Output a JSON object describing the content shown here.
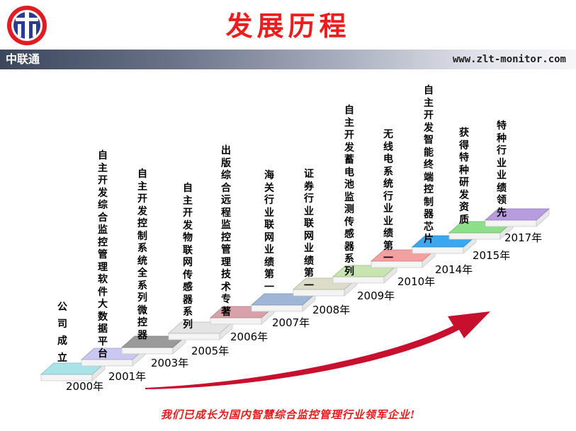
{
  "title": "发展历程",
  "header": {
    "company": "中联通",
    "url": "www.zlt-monitor.com",
    "logo_icon": "ZLT-logo-icon"
  },
  "colors": {
    "title": "#ee1c1c",
    "arrow": "#c8102e",
    "slogan": "#e81b1b"
  },
  "timeline": [
    {
      "year": "2000年",
      "text": "公司成立",
      "color": "#a8e3e8"
    },
    {
      "year": "2001年",
      "text": "自主开发综合监控管理软件大数据平台",
      "color": "#c8c8f0"
    },
    {
      "year": "2003年",
      "text": "自主开发控制系统全系列微控器",
      "color": "#9a9a9a"
    },
    {
      "year": "2005年",
      "text": "自主开发物联网传感器系列",
      "color": "#e4e4e4"
    },
    {
      "year": "2006年",
      "text": "出版综合远程监控管理技术专著",
      "color": "#d8a0a8"
    },
    {
      "year": "2007年",
      "text": "海关行业联网业绩第一",
      "color": "#9fb6d6"
    },
    {
      "year": "2008年",
      "text": "证券行业联网业绩第一",
      "color": "#dcdcc8"
    },
    {
      "year": "2009年",
      "text": "自主开发蓄电池监测传感器系列",
      "color": "#c8e4b0"
    },
    {
      "year": "2010年",
      "text": "无线电系统行业业绩第一",
      "color": "#f4a0a0"
    },
    {
      "year": "2014年",
      "text": "自主开发智能终端控制器芯片",
      "color": "#3aa8f0"
    },
    {
      "year": "2015年",
      "text": "获得特种研发资质",
      "color": "#8ce088"
    },
    {
      "year": "2017年",
      "text": "特种行业业绩领先",
      "color": "#b89ce0"
    }
  ],
  "slogan": "我们已成长为国内智慧综合监控管理行业领军企业!"
}
